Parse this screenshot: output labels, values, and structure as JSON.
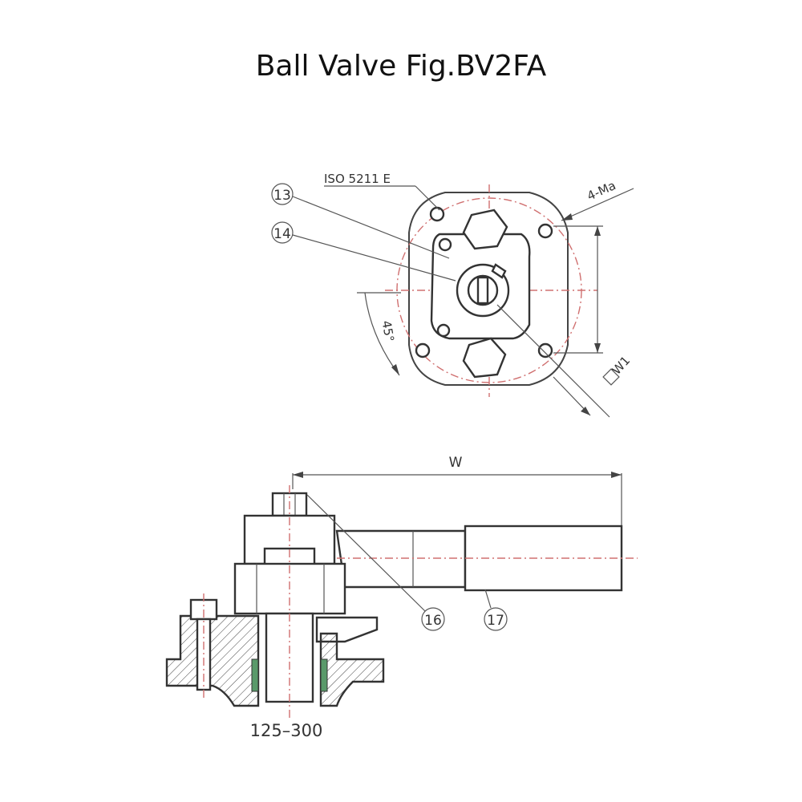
{
  "title": "Ball Valve Fig.BV2FA",
  "labels": {
    "iso": "ISO 5211 E",
    "holes": "4-Ma",
    "angle": "45°",
    "flats": "W1",
    "width": "W",
    "size_range": "125–300"
  },
  "callouts": {
    "c13": "13",
    "c14": "14",
    "c16": "16",
    "c17": "17"
  }
}
